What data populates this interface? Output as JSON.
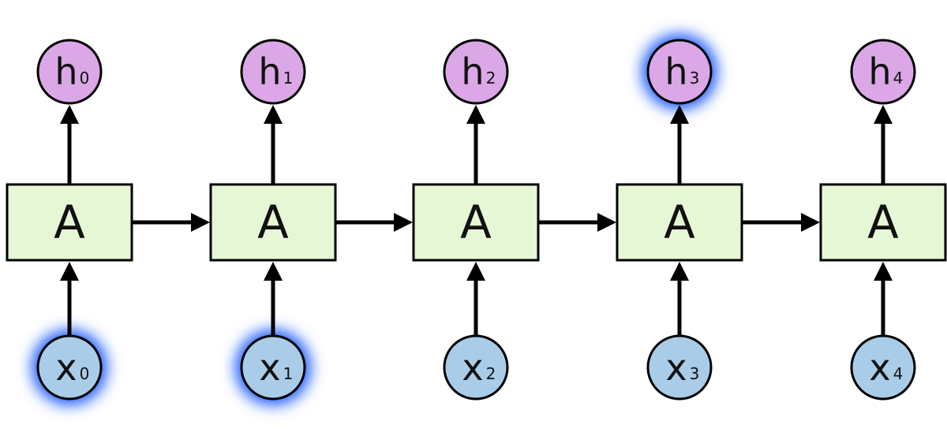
{
  "diagram": {
    "colors": {
      "box_fill": "#e6f7d6",
      "output_fill": "#dba7e6",
      "input_fill": "#a9cde8",
      "stroke": "#000000",
      "glow": "#1f5cff"
    },
    "steps": [
      {
        "cell_label": "A",
        "output": {
          "letter": "h",
          "sub": "0",
          "highlighted": false
        },
        "input": {
          "letter": "x",
          "sub": "0",
          "highlighted": true
        }
      },
      {
        "cell_label": "A",
        "output": {
          "letter": "h",
          "sub": "1",
          "highlighted": false
        },
        "input": {
          "letter": "x",
          "sub": "1",
          "highlighted": true
        }
      },
      {
        "cell_label": "A",
        "output": {
          "letter": "h",
          "sub": "2",
          "highlighted": false
        },
        "input": {
          "letter": "x",
          "sub": "2",
          "highlighted": false
        }
      },
      {
        "cell_label": "A",
        "output": {
          "letter": "h",
          "sub": "3",
          "highlighted": true
        },
        "input": {
          "letter": "x",
          "sub": "3",
          "highlighted": false
        }
      },
      {
        "cell_label": "A",
        "output": {
          "letter": "h",
          "sub": "4",
          "highlighted": false
        },
        "input": {
          "letter": "x",
          "sub": "4",
          "highlighted": false
        }
      }
    ]
  }
}
